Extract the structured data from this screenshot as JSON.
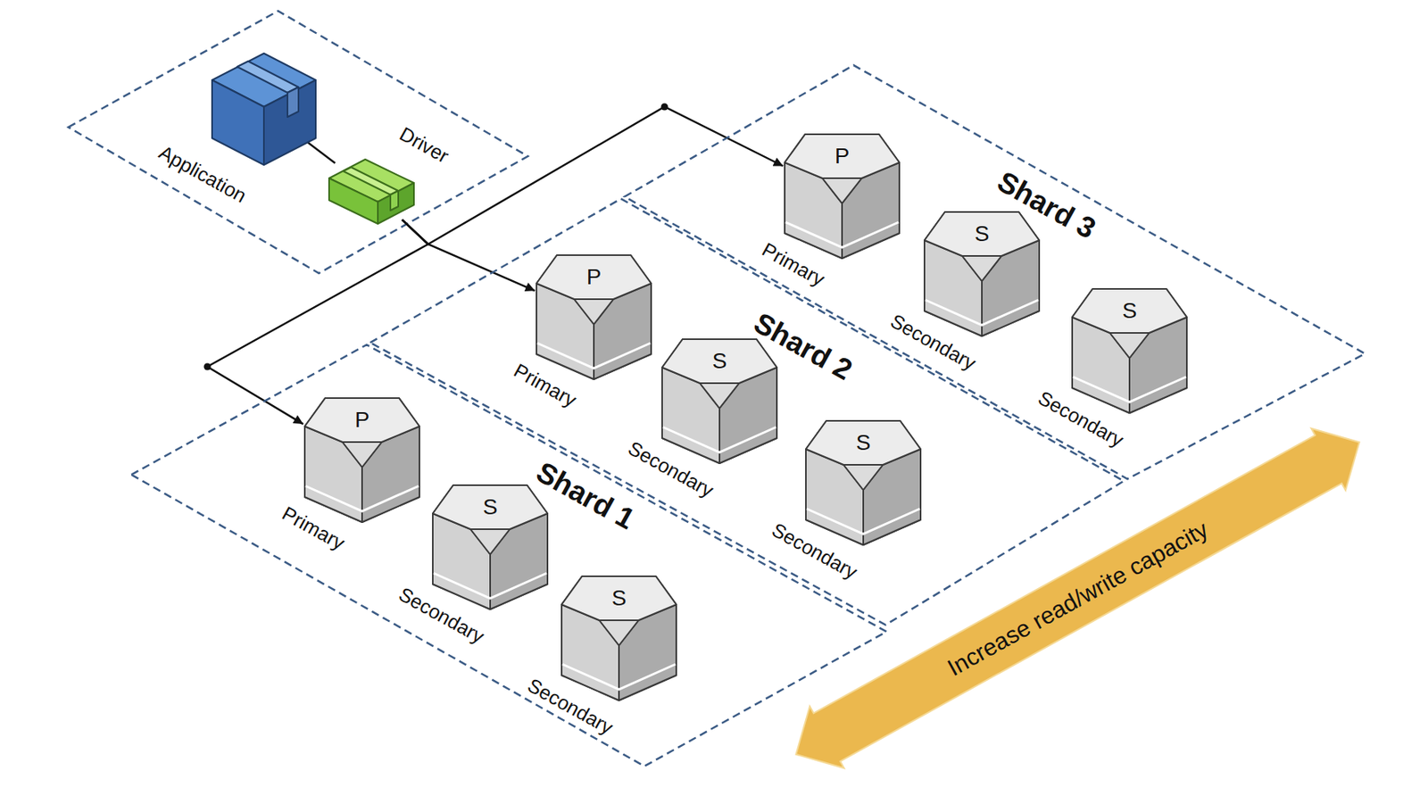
{
  "diagram": {
    "nodes": [
      {
        "text": [
          "Application"
        ]
      },
      {
        "text": [
          "Driver"
        ]
      },
      {
        "text": [
          "Shard 3"
        ]
      },
      {
        "text": [
          "P",
          "Primary"
        ],
        "in": 2
      },
      {
        "text": [
          "S",
          "Secondary"
        ],
        "in": 2
      },
      {
        "text": [
          "S",
          "Secondary"
        ],
        "in": 2
      },
      {
        "text": [
          "Shard 2"
        ]
      },
      {
        "text": [
          "P",
          "Primary"
        ],
        "in": 6
      },
      {
        "text": [
          "S",
          "Secondary"
        ],
        "in": 6
      },
      {
        "text": [
          "S",
          "Secondary"
        ],
        "in": 6
      },
      {
        "text": [
          "Shard 1"
        ]
      },
      {
        "text": [
          "P",
          "Primary"
        ],
        "in": 10
      },
      {
        "text": [
          "S",
          "Secondary"
        ],
        "in": 10
      },
      {
        "text": [
          "S",
          "Secondary"
        ],
        "in": 10
      },
      {
        "text": [
          "Increase read/write capacity"
        ]
      }
    ],
    "edges": [
      {
        "from": 0,
        "to": 1,
        "arrow": "none"
      },
      {
        "from": 1,
        "to": 3,
        "arrow": "to"
      },
      {
        "from": 1,
        "to": 7,
        "arrow": "to"
      },
      {
        "from": 1,
        "to": 11,
        "arrow": "to"
      }
    ]
  }
}
